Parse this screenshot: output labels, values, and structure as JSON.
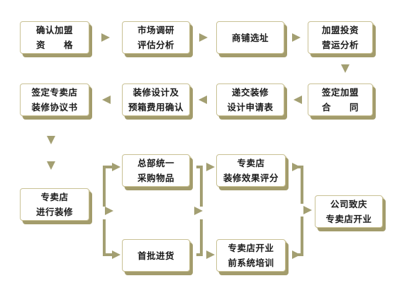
{
  "colors": {
    "connector": "#a39f72",
    "box_shadow": "#a39c6c",
    "box_border": "#c9c194"
  },
  "steps": [
    {
      "id": "confirm-qualification",
      "lines": [
        "确认加盟",
        "资　　格"
      ]
    },
    {
      "id": "market-research",
      "lines": [
        "市场调研",
        "评估分析"
      ]
    },
    {
      "id": "shop-site-selection",
      "lines": [
        "商铺选址"
      ]
    },
    {
      "id": "investment-analysis",
      "lines": [
        "加盟投资",
        "营运分析"
      ]
    },
    {
      "id": "sign-contract",
      "lines": [
        "签定加盟",
        "合　　同"
      ]
    },
    {
      "id": "submit-decoration-application",
      "lines": [
        "递交装修",
        "设计申请表"
      ]
    },
    {
      "id": "design-budget-confirmation",
      "lines": [
        "装修设计及",
        "预箱费用确认"
      ]
    },
    {
      "id": "sign-decoration-agreement",
      "lines": [
        "签定专卖店",
        "装修协议书"
      ]
    },
    {
      "id": "store-decoration",
      "lines": [
        "专卖店",
        "进行装修"
      ]
    },
    {
      "id": "hq-unified-purchase",
      "lines": [
        "总部统一",
        "采购物品"
      ]
    },
    {
      "id": "first-stock-in",
      "lines": [
        "首批进货"
      ]
    },
    {
      "id": "decoration-evaluation",
      "lines": [
        "专卖店",
        "装修效果评分"
      ]
    },
    {
      "id": "pre-opening-training",
      "lines": [
        "专卖店开业",
        "前系统培训"
      ]
    },
    {
      "id": "company-congratulates-opening",
      "lines": [
        "公司致庆",
        "专卖店开业"
      ]
    }
  ]
}
